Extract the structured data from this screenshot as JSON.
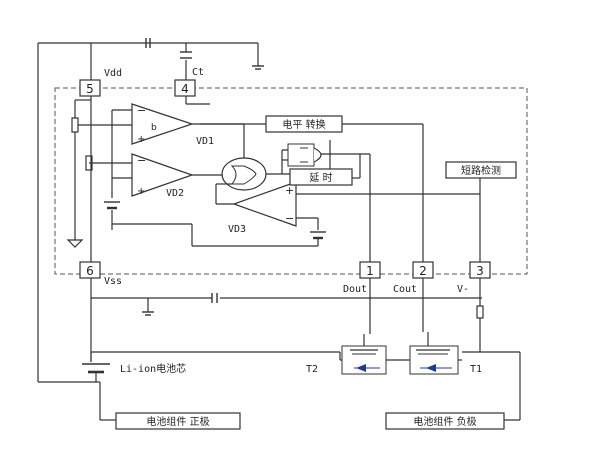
{
  "colors": {
    "line": "#333333",
    "dash": "#555555",
    "diode": "#1f3a93",
    "bg": "#ffffff"
  },
  "pins": {
    "p5": "5",
    "p4": "4",
    "p6": "6",
    "p1": "1",
    "p2": "2",
    "p3": "3"
  },
  "labels": {
    "vdd": "Vdd",
    "ct": "Ct",
    "vss": "Vss",
    "dout": "Dout",
    "cout": "Cout",
    "vminus": "V-",
    "vd1": "VD1",
    "vd2": "VD2",
    "vd3": "VD3",
    "level_shift": "电平 转换",
    "short_circuit": "短路检测",
    "delay": "延 时",
    "t1": "T1",
    "t2": "T2",
    "cell": "Li-ion电池芯",
    "pos_terminal": "电池组件 正极",
    "neg_terminal": "电池组件 负极"
  }
}
